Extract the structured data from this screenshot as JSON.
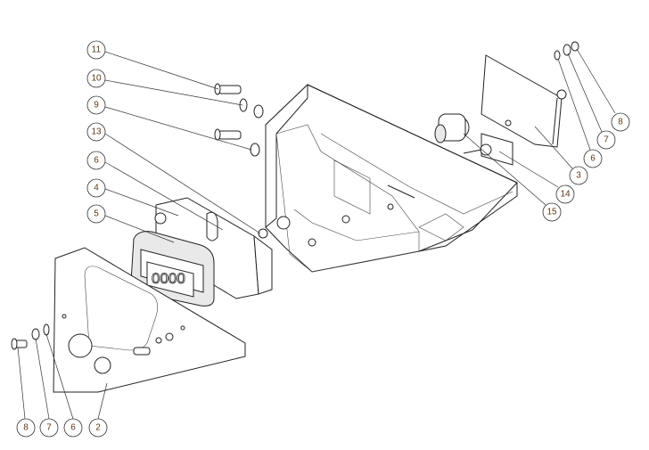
{
  "drawing": {
    "display_readout": "0000",
    "balloons": [
      {
        "label": "11"
      },
      {
        "label": "10"
      },
      {
        "label": "9"
      },
      {
        "label": "13"
      },
      {
        "label": "6"
      },
      {
        "label": "4"
      },
      {
        "label": "5"
      },
      {
        "label": "8"
      },
      {
        "label": "7"
      },
      {
        "label": "6"
      },
      {
        "label": "3"
      },
      {
        "label": "14"
      },
      {
        "label": "15"
      },
      {
        "label": "8"
      },
      {
        "label": "7"
      },
      {
        "label": "6"
      },
      {
        "label": "2"
      }
    ]
  }
}
